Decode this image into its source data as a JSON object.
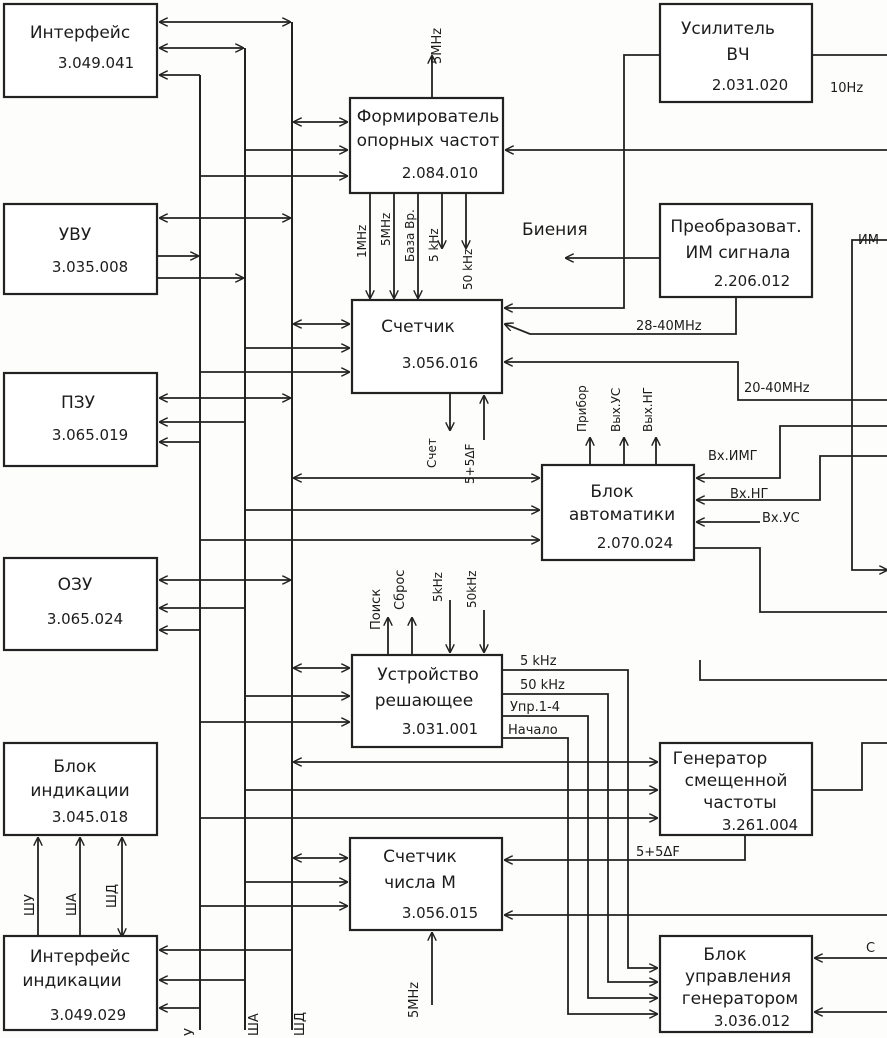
{
  "blocks": {
    "interface": {
      "title": "Интерфейс",
      "code": "3.049.041"
    },
    "uvu": {
      "title": "УВУ",
      "code": "3.035.008"
    },
    "pzu": {
      "title": "ПЗУ",
      "code": "3.065.019"
    },
    "ozu": {
      "title": "ОЗУ",
      "code": "3.065.024"
    },
    "indication": {
      "title1": "Блок",
      "title2": "индикации",
      "code": "3.045.018"
    },
    "indication_interface": {
      "title1": "Интерфейс",
      "title2": "индикации",
      "code": "3.049.029"
    },
    "ref_former": {
      "title1": "Формирователь",
      "title2": "опорных частот",
      "code": "2.084.010"
    },
    "counter": {
      "title": "Счетчик",
      "code": "3.056.016"
    },
    "automatics": {
      "title1": "Блок",
      "title2": "автоматики",
      "code": "2.070.024"
    },
    "decision": {
      "title1": "Устройство",
      "title2": "решающее",
      "code": "3.031.001"
    },
    "counter_m": {
      "title1": "Счетчик",
      "title2": "числа М",
      "code": "3.056.015"
    },
    "rf_amp": {
      "title1": "Усилитель",
      "title2": "ВЧ",
      "code": "2.031.020"
    },
    "im_converter": {
      "title1": "Преобразоват.",
      "title2": "ИМ сигнала",
      "code": "2.206.012"
    },
    "offset_gen": {
      "title1": "Генератор",
      "title2": "смещенной",
      "title3": "частоты",
      "code": "3.261.004"
    },
    "gen_control": {
      "title1": "Блок",
      "title2": "управления",
      "title3": "генератором",
      "code": "3.036.012"
    }
  },
  "signals": {
    "top_5mhz": "5MHz",
    "rf_10hz": "10Hz",
    "im_label": "ИМ",
    "beats": "Биения",
    "f_1mhz": "1MHz",
    "f_5mhz": "5MHz",
    "base_time": "База Вр.",
    "f_5khz": "5 kHz",
    "f_50khz": "50 kHz",
    "range_28_40": "28-40MHz",
    "range_20_40": "20-40MHz",
    "count": "Счет",
    "count_5df": "5+5ΔF",
    "pribor": "Прибор",
    "out_us": "Вых.УС",
    "out_ng": "Вых.НГ",
    "in_img": "Вх.ИМГ",
    "in_ng": "Вх.НГ",
    "in_us": "Вх.УС",
    "search": "Поиск",
    "reset": "Сброс",
    "d_5khz": "5kHz",
    "d_50khz": "50kHz",
    "o_5khz": "5 kHz",
    "o_50khz": "50 kHz",
    "upr": "Упр.1-4",
    "start": "Начало",
    "gen_5df": "5+5ΔF",
    "bottom_5mhz": "5MHz",
    "shu": "ШУ",
    "sha": "ША",
    "shd": "ШД",
    "bus_u": "У",
    "bus_a": "ША",
    "bus_d": "ШД",
    "edge_c": "С"
  }
}
